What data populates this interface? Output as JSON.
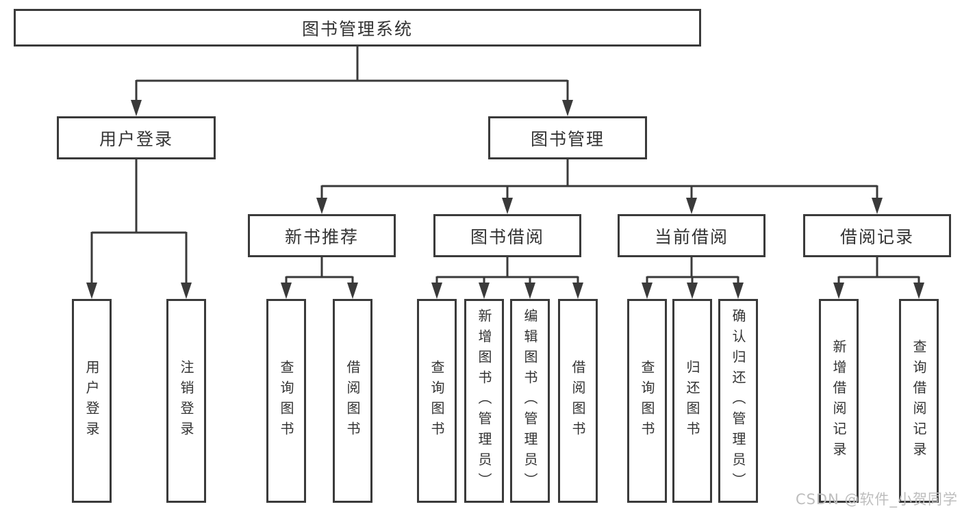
{
  "tree": {
    "root": {
      "label": "图书管理系统"
    },
    "branches": [
      {
        "label": "用户登录",
        "children": [
          {
            "label": "用户登录"
          },
          {
            "label": "注销登录"
          }
        ]
      },
      {
        "label": "图书管理",
        "groups": [
          {
            "label": "新书推荐",
            "children": [
              {
                "label": "查询图书"
              },
              {
                "label": "借阅图书"
              }
            ]
          },
          {
            "label": "图书借阅",
            "children": [
              {
                "label": "查询图书"
              },
              {
                "label": "新增图书（管理员）"
              },
              {
                "label": "编辑图书（管理员）"
              },
              {
                "label": "借阅图书"
              }
            ]
          },
          {
            "label": "当前借阅",
            "children": [
              {
                "label": "查询图书"
              },
              {
                "label": "归还图书"
              },
              {
                "label": "确认归还（管理员）"
              }
            ]
          },
          {
            "label": "借阅记录",
            "children": [
              {
                "label": "新增借阅记录"
              },
              {
                "label": "查询借阅记录"
              }
            ]
          }
        ]
      }
    ]
  },
  "watermark": {
    "text": "CSDN @软件_小贺同学"
  },
  "colors": {
    "line": "#3a3a3a",
    "background": "#ffffff",
    "text": "#333333",
    "watermark": "#bdbdbd"
  }
}
